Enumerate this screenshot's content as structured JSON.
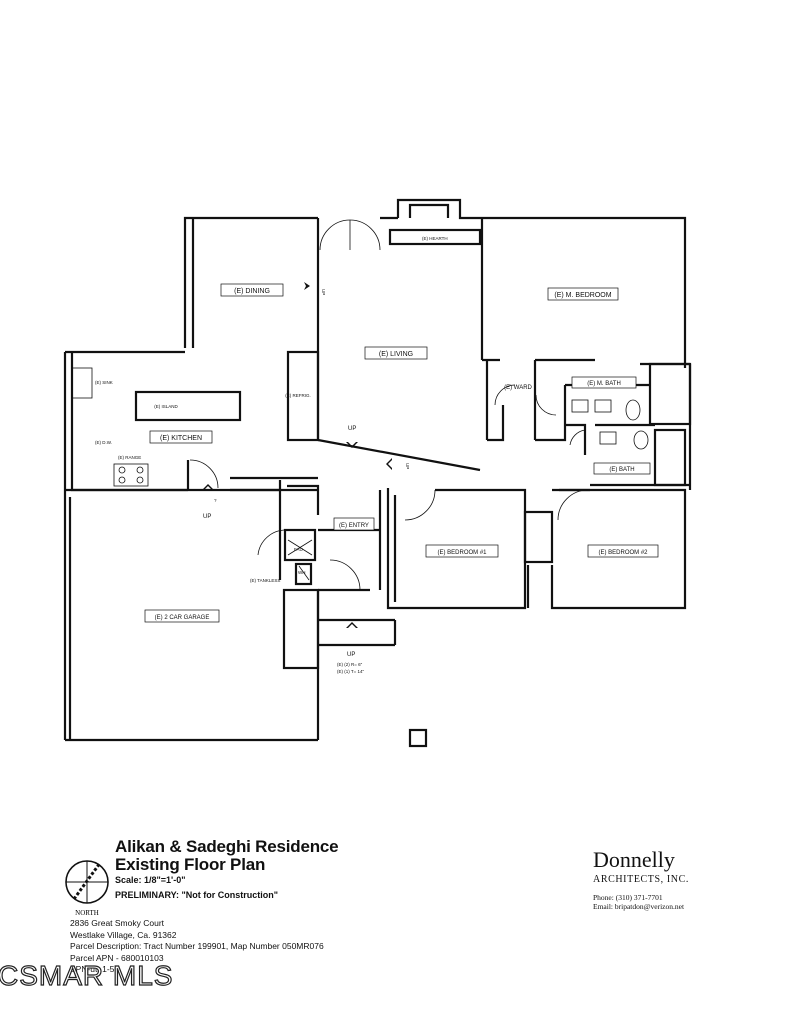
{
  "rooms": {
    "dining": "(E) DINING",
    "living": "(E) LIVING",
    "master_bedroom": "(E) M. BEDROOM",
    "ward": "(E) WARD",
    "master_bath": "(E) M. BATH",
    "kitchen": "(E) KITCHEN",
    "island": "(E) ISLAND",
    "refrig": "(E) REFRIG.",
    "sink": "(E) SINK",
    "dw": "(E) D.W.",
    "range": "(E) RANGE",
    "hearth": "(E) HEARTH",
    "bath": "(E) BATH",
    "entry": "(E) ENTRY",
    "bedroom1": "(E) BEDROOM #1",
    "bedroom2": "(E) BEDROOM #2",
    "garage": "(E) 2 CAR GARAGE",
    "tankless": "(E) TANKLESS",
    "fau": "FAU",
    "wh": "WH"
  },
  "annotations": {
    "up": "UP",
    "question": "?",
    "steps_line1": "(E) (2) R= 6\"",
    "steps_line2": "(E) (1) T= 14\""
  },
  "title_block": {
    "project": "Alikan & Sadeghi Residence",
    "sheet": "Existing Floor Plan",
    "scale": "Scale: 1/8\"=1'-0\"",
    "status": "PRELIMINARY: \"Not for Construction\"",
    "north": "NORTH"
  },
  "address": {
    "line1": "2836 Great Smoky Court",
    "line2": "Westlake Village, Ca. 91362",
    "line3": "Parcel Description: Tract Number 199901, Map Number 050MR076",
    "line4": "Parcel APN - 680010103",
    "line5": "SPN-ut: 1-5"
  },
  "firm": {
    "name": "Donnelly",
    "subtitle": "ARCHITECTS, INC.",
    "phone": "Phone: (310) 371-7701",
    "email": "Email: bripatdon@verizon.net"
  },
  "watermark": "CSMAR MLS"
}
